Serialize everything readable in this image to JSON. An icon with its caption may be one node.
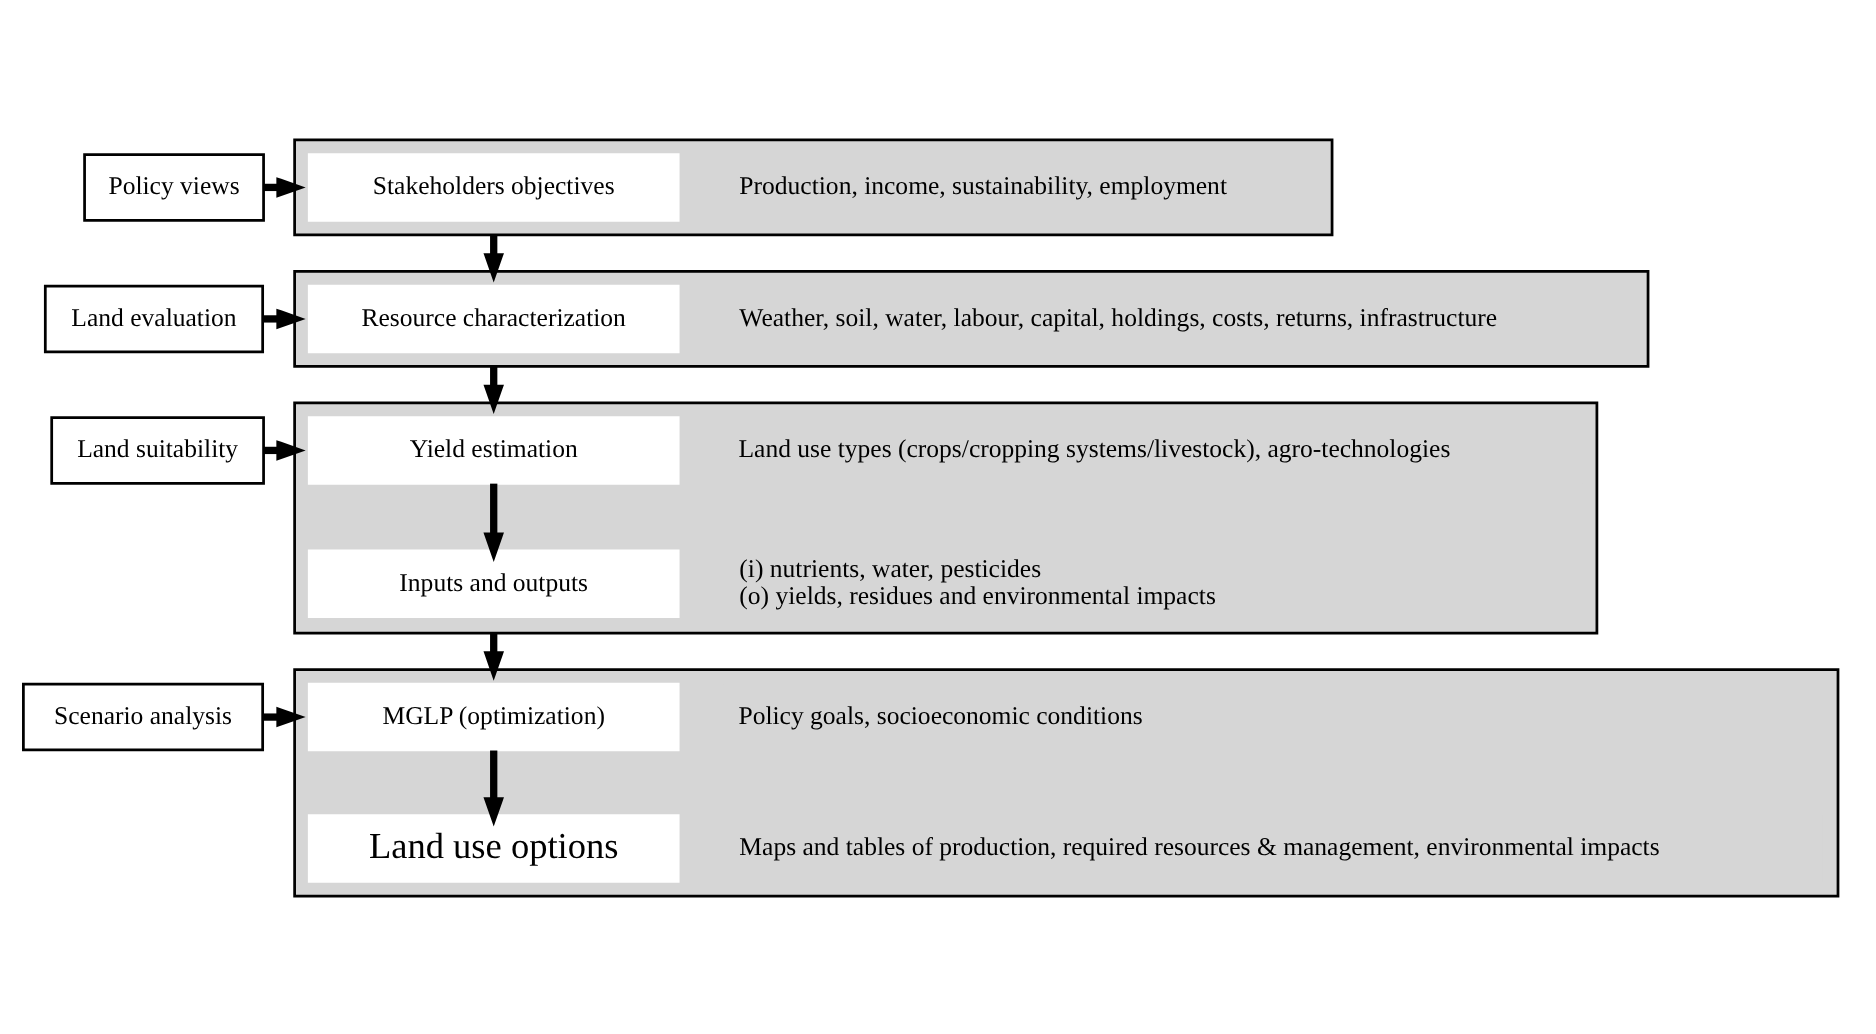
{
  "diagram": {
    "nodes": [
      {
        "text": [
          "Policy views"
        ]
      },
      {
        "text": [],
        "shape": "band"
      },
      {
        "text": [
          "Stakeholders objectives"
        ],
        "in": 1,
        "beside": [
          "Production, income, sustainability, employment"
        ]
      },
      {
        "text": [
          "Land evaluation"
        ]
      },
      {
        "text": [],
        "shape": "band"
      },
      {
        "text": [
          "Resource characterization"
        ],
        "in": 4,
        "beside": [
          "Weather, soil, water, labour, capital, holdings, costs, returns, infrastructure"
        ]
      },
      {
        "text": [
          "Land suitability"
        ]
      },
      {
        "text": [],
        "shape": "band"
      },
      {
        "text": [
          "Yield estimation"
        ],
        "in": 7,
        "beside": [
          "Land use types (crops/cropping systems/livestock), agro-technologies"
        ]
      },
      {
        "text": [
          "Inputs and outputs"
        ],
        "in": 7,
        "beside": [
          "(i) nutrients, water, pesticides",
          "(o) yields, residues and environmental impacts"
        ]
      },
      {
        "text": [
          "Scenario analysis"
        ]
      },
      {
        "text": [],
        "shape": "band"
      },
      {
        "text": [
          "MGLP (optimization)"
        ],
        "in": 11,
        "beside": [
          "Policy goals, socioeconomic conditions"
        ]
      },
      {
        "text": [
          "Land use options"
        ],
        "in": 11,
        "beside": [
          "Maps and tables of production, required resources & management, environmental impacts"
        ]
      }
    ],
    "edges": [
      {
        "from": 0,
        "to": 1,
        "arrow": "to"
      },
      {
        "from": 1,
        "to": 4,
        "arrow": "to"
      },
      {
        "from": 3,
        "to": 4,
        "arrow": "to"
      },
      {
        "from": 4,
        "to": 7,
        "arrow": "to"
      },
      {
        "from": 6,
        "to": 7,
        "arrow": "to"
      },
      {
        "from": 8,
        "to": 9,
        "arrow": "to"
      },
      {
        "from": 7,
        "to": 11,
        "arrow": "to"
      },
      {
        "from": 10,
        "to": 11,
        "arrow": "to"
      },
      {
        "from": 12,
        "to": 13,
        "arrow": "to"
      }
    ]
  }
}
